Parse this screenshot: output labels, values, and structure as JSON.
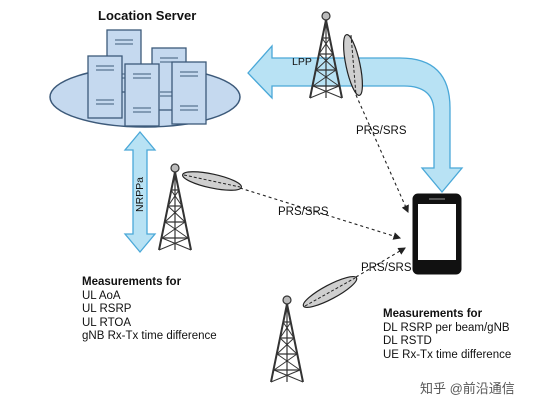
{
  "labels": {
    "location_server": "Location Server",
    "lpp": "LPP",
    "nrppa": "NRPPa",
    "prs_srs_top": "PRS/SRS",
    "prs_srs_mid": "PRS/SRS",
    "prs_srs_bottom": "PRS/SRS"
  },
  "measurements_left": {
    "heading": "Measurements for",
    "items": [
      "UL AoA",
      "UL RSRP",
      "UL RTOA",
      "gNB Rx-Tx time difference"
    ]
  },
  "measurements_right": {
    "heading": "Measurements for",
    "items": [
      "DL RSRP per beam/gNB",
      "DL RSTD",
      "UE Rx-Tx time difference"
    ]
  },
  "watermark": "知乎 @前沿通信",
  "colors": {
    "arrow_fill": "#b8e2f4",
    "arrow_stroke": "#4aa8d8",
    "server_fill": "#c5d9ef",
    "server_stroke": "#3d5a7a",
    "beam_fill": "#cfcfcf"
  }
}
